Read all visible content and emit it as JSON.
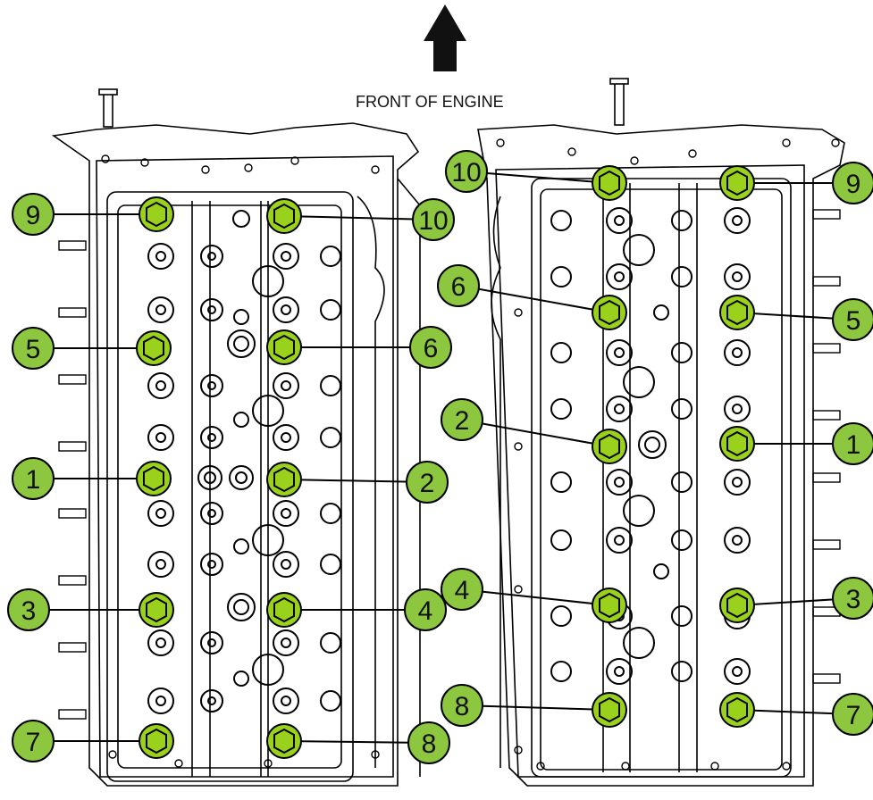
{
  "caption": "FRONT OF ENGINE",
  "arrow_icon": "up-arrow-icon",
  "colors": {
    "callout_fill": "#8dc63f",
    "bolt_fill": "#9ad11c",
    "outline": "#000000",
    "background": "#ffffff"
  },
  "left_head": {
    "labels": [
      "9",
      "10",
      "5",
      "6",
      "1",
      "2",
      "3",
      "4",
      "7",
      "8"
    ]
  },
  "right_head": {
    "labels": [
      "10",
      "9",
      "6",
      "5",
      "2",
      "1",
      "4",
      "3",
      "8",
      "7"
    ]
  }
}
